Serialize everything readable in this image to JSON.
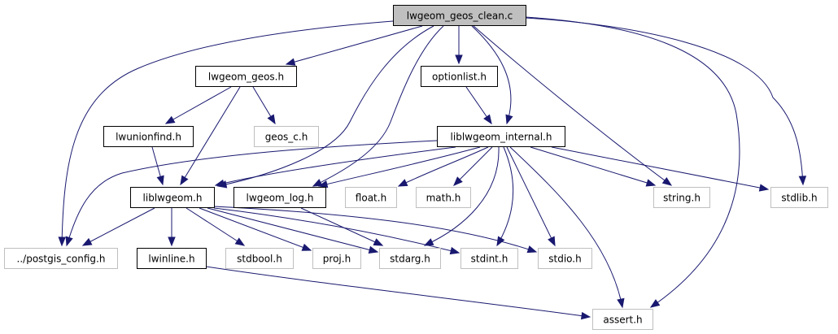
{
  "diagram": {
    "type": "include-dependency-graph",
    "root": "lwgeom_geos_clean.c",
    "colors": {
      "edge": "#191970",
      "root_fill": "#bfbfbf",
      "internal_border": "#000000",
      "external_border": "#bfbfbf"
    },
    "nodes": [
      {
        "id": "lwgeom_geos_clean_c",
        "label": "lwgeom_geos_clean.c",
        "kind": "root"
      },
      {
        "id": "lwgeom_geos_h",
        "label": "lwgeom_geos.h",
        "kind": "internal"
      },
      {
        "id": "optionlist_h",
        "label": "optionlist.h",
        "kind": "internal"
      },
      {
        "id": "lwunionfind_h",
        "label": "lwunionfind.h",
        "kind": "internal"
      },
      {
        "id": "geos_c_h",
        "label": "geos_c.h",
        "kind": "external"
      },
      {
        "id": "liblwgeom_internal_h",
        "label": "liblwgeom_internal.h",
        "kind": "internal"
      },
      {
        "id": "liblwgeom_h",
        "label": "liblwgeom.h",
        "kind": "internal"
      },
      {
        "id": "lwgeom_log_h",
        "label": "lwgeom_log.h",
        "kind": "internal"
      },
      {
        "id": "float_h",
        "label": "float.h",
        "kind": "external"
      },
      {
        "id": "math_h",
        "label": "math.h",
        "kind": "external"
      },
      {
        "id": "string_h",
        "label": "string.h",
        "kind": "external"
      },
      {
        "id": "stdlib_h",
        "label": "stdlib.h",
        "kind": "external"
      },
      {
        "id": "postgis_config_h",
        "label": "../postgis_config.h",
        "kind": "external"
      },
      {
        "id": "lwinline_h",
        "label": "lwinline.h",
        "kind": "internal"
      },
      {
        "id": "stdbool_h",
        "label": "stdbool.h",
        "kind": "external"
      },
      {
        "id": "proj_h",
        "label": "proj.h",
        "kind": "external"
      },
      {
        "id": "stdarg_h",
        "label": "stdarg.h",
        "kind": "external"
      },
      {
        "id": "stdint_h",
        "label": "stdint.h",
        "kind": "external"
      },
      {
        "id": "stdio_h",
        "label": "stdio.h",
        "kind": "external"
      },
      {
        "id": "assert_h",
        "label": "assert.h",
        "kind": "external"
      }
    ],
    "edges": [
      {
        "from": "lwgeom_geos_clean_c",
        "to": "lwgeom_geos_h"
      },
      {
        "from": "lwgeom_geos_clean_c",
        "to": "postgis_config_h"
      },
      {
        "from": "lwgeom_geos_clean_c",
        "to": "liblwgeom_h"
      },
      {
        "from": "lwgeom_geos_clean_c",
        "to": "lwgeom_log_h"
      },
      {
        "from": "lwgeom_geos_clean_c",
        "to": "optionlist_h"
      },
      {
        "from": "lwgeom_geos_clean_c",
        "to": "liblwgeom_internal_h"
      },
      {
        "from": "lwgeom_geos_clean_c",
        "to": "string_h"
      },
      {
        "from": "lwgeom_geos_clean_c",
        "to": "assert_h"
      },
      {
        "from": "lwgeom_geos_clean_c",
        "to": "stdlib_h"
      },
      {
        "from": "lwgeom_geos_h",
        "to": "lwunionfind_h"
      },
      {
        "from": "lwgeom_geos_h",
        "to": "liblwgeom_h"
      },
      {
        "from": "lwgeom_geos_h",
        "to": "geos_c_h"
      },
      {
        "from": "lwunionfind_h",
        "to": "liblwgeom_h"
      },
      {
        "from": "optionlist_h",
        "to": "liblwgeom_internal_h"
      },
      {
        "from": "liblwgeom_internal_h",
        "to": "postgis_config_h"
      },
      {
        "from": "liblwgeom_internal_h",
        "to": "liblwgeom_h"
      },
      {
        "from": "liblwgeom_internal_h",
        "to": "lwgeom_log_h"
      },
      {
        "from": "liblwgeom_internal_h",
        "to": "float_h"
      },
      {
        "from": "liblwgeom_internal_h",
        "to": "math_h"
      },
      {
        "from": "liblwgeom_internal_h",
        "to": "stdarg_h"
      },
      {
        "from": "liblwgeom_internal_h",
        "to": "stdint_h"
      },
      {
        "from": "liblwgeom_internal_h",
        "to": "stdio_h"
      },
      {
        "from": "liblwgeom_internal_h",
        "to": "assert_h"
      },
      {
        "from": "liblwgeom_internal_h",
        "to": "string_h"
      },
      {
        "from": "liblwgeom_internal_h",
        "to": "stdlib_h"
      },
      {
        "from": "liblwgeom_h",
        "to": "postgis_config_h"
      },
      {
        "from": "liblwgeom_h",
        "to": "lwinline_h"
      },
      {
        "from": "liblwgeom_h",
        "to": "stdbool_h"
      },
      {
        "from": "liblwgeom_h",
        "to": "proj_h"
      },
      {
        "from": "liblwgeom_h",
        "to": "stdarg_h"
      },
      {
        "from": "liblwgeom_h",
        "to": "stdint_h"
      },
      {
        "from": "liblwgeom_h",
        "to": "stdio_h"
      },
      {
        "from": "lwgeom_log_h",
        "to": "stdarg_h"
      },
      {
        "from": "lwinline_h",
        "to": "assert_h"
      }
    ]
  }
}
